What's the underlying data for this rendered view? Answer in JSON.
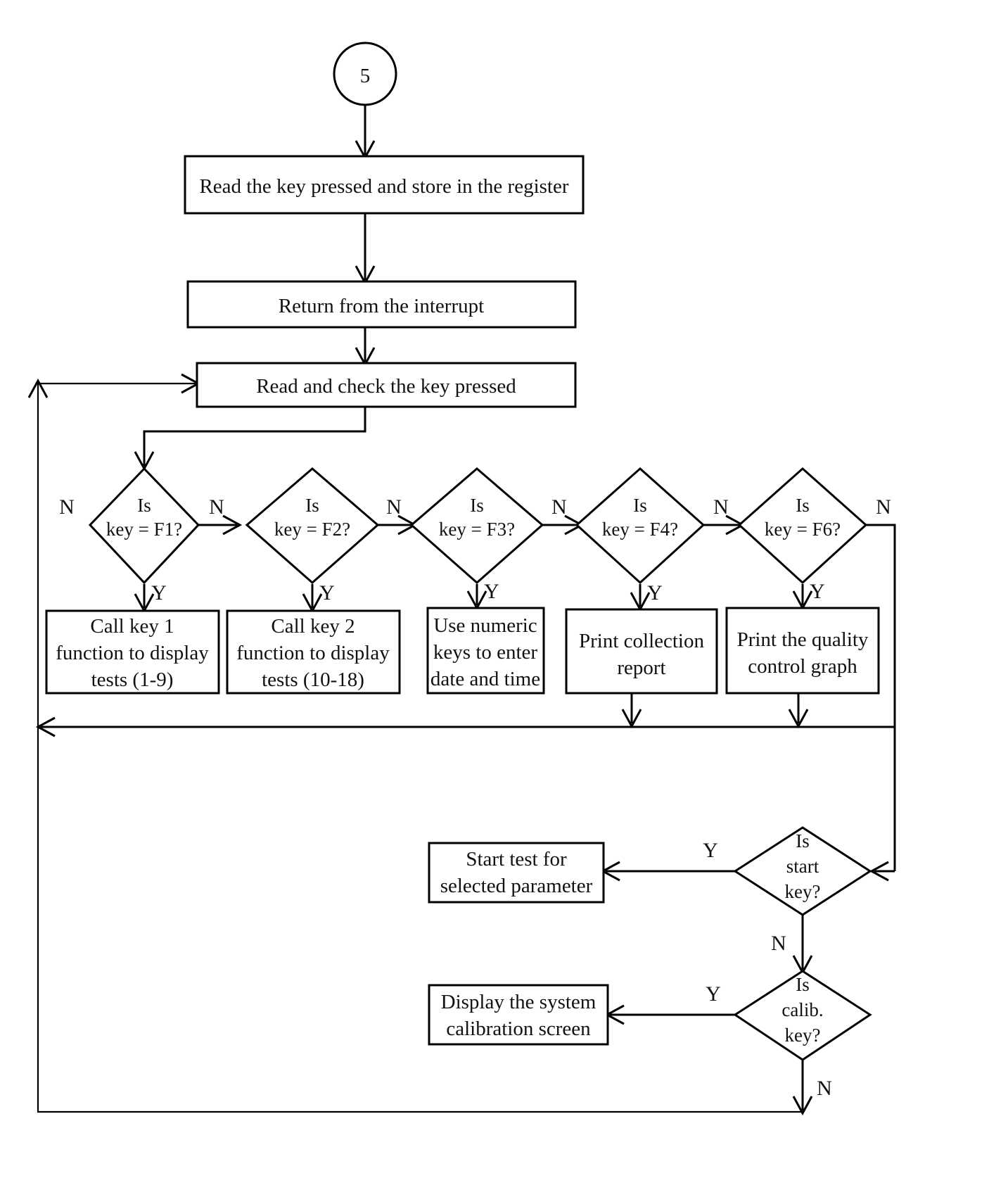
{
  "diagram": {
    "type": "flowchart",
    "title": "",
    "connector_start": {
      "label": "5"
    },
    "process_boxes": [
      {
        "id": "read-store",
        "text": "Read the key pressed and store in the register"
      },
      {
        "id": "return-interrupt",
        "text": "Return from the interrupt"
      },
      {
        "id": "read-check",
        "text": "Read and check the key pressed"
      },
      {
        "id": "call-key1",
        "line1": "Call key 1",
        "line2": "function to display",
        "line3": "tests (1-9)"
      },
      {
        "id": "call-key2",
        "line1": "Call key 2",
        "line2": "function to display",
        "line3": "tests (10-18)"
      },
      {
        "id": "numeric-datetime",
        "line1": "Use numeric",
        "line2": "keys to enter",
        "line3": "date and time"
      },
      {
        "id": "print-collection",
        "line1": "Print collection",
        "line2": "report"
      },
      {
        "id": "print-quality",
        "line1": "Print the quality",
        "line2": "control graph"
      },
      {
        "id": "start-test",
        "line1": "Start test for",
        "line2": "selected parameter"
      },
      {
        "id": "calibration-screen",
        "line1": "Display the system",
        "line2": "calibration screen"
      }
    ],
    "decisions": [
      {
        "id": "is-f1",
        "line1": "Is",
        "line2": "key = F1?",
        "yes": "Y",
        "no": "N",
        "no_left": "N"
      },
      {
        "id": "is-f2",
        "line1": "Is",
        "line2": "key = F2?",
        "yes": "Y",
        "no": "N"
      },
      {
        "id": "is-f3",
        "line1": "Is",
        "line2": "key = F3?",
        "yes": "Y",
        "no": "N"
      },
      {
        "id": "is-f4",
        "line1": "Is",
        "line2": "key = F4?",
        "yes": "Y",
        "no": "N"
      },
      {
        "id": "is-f6",
        "line1": "Is",
        "line2": "key = F6?",
        "yes": "Y",
        "no": "N"
      },
      {
        "id": "is-start-key",
        "line1": "Is",
        "line2": "start",
        "line3": "key?",
        "yes": "Y",
        "no": "N"
      },
      {
        "id": "is-calib-key",
        "line1": "Is",
        "line2": "calib.",
        "line3": "key?",
        "yes": "Y",
        "no": "N"
      }
    ],
    "edge_labels": {
      "n1": "N",
      "n2": "N",
      "n3": "N",
      "n4": "N",
      "n5": "N",
      "n_left": "N",
      "y1": "Y",
      "y2": "Y",
      "y3": "Y",
      "y4": "Y",
      "y5": "Y",
      "y_start": "Y",
      "n_start": "N",
      "y_calib": "Y",
      "n_calib": "N"
    },
    "colors": {
      "stroke": "#000000",
      "fill": "#ffffff",
      "text": "#111111",
      "background": "#ffffff"
    }
  }
}
